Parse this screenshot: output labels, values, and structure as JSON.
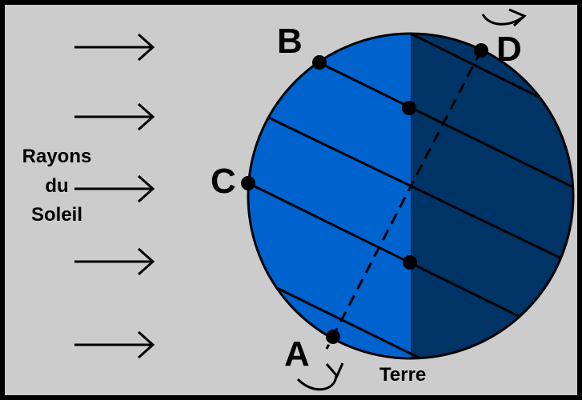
{
  "diagram": {
    "sun_rays_label": [
      "Rayons",
      "du",
      "Soleil"
    ],
    "earth_label": "Terre",
    "points": {
      "a": "A",
      "b": "B",
      "c": "C",
      "d": "D"
    },
    "colors": {
      "frame_border": "#000000",
      "background": "#cccccc",
      "day_side": "#0062cc",
      "night_side": "#003366",
      "lines": "#000000"
    }
  }
}
